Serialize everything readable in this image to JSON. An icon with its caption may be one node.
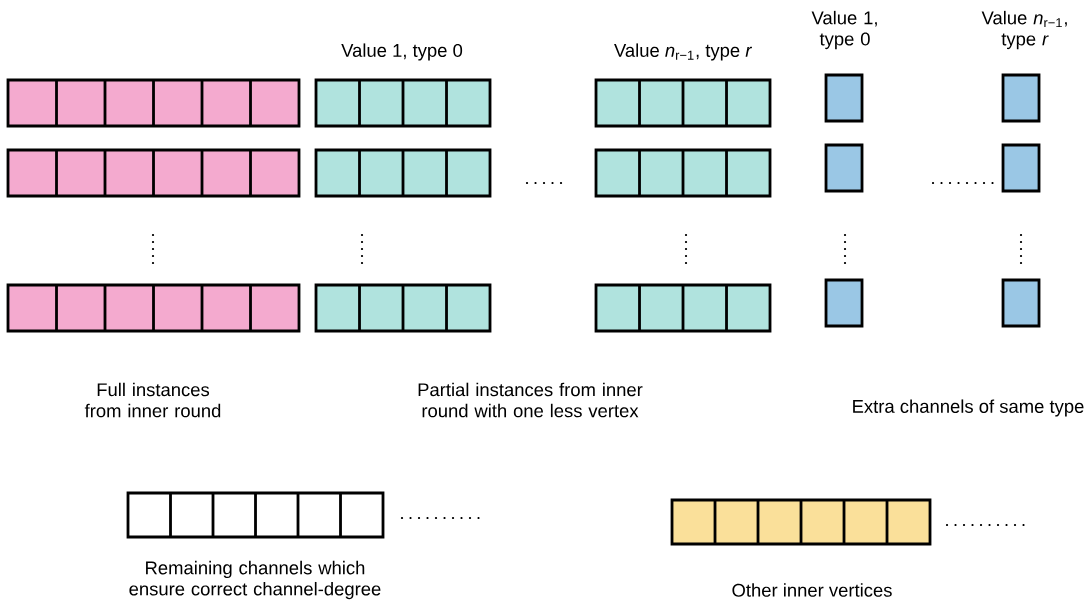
{
  "diagram": {
    "labels": [
      "Value 1, type 0",
      "Value *n*$_{r−1}$, type *r*",
      "Value 1, type 0",
      "Value *n*$_{r−1}$, type *r*",
      "Full instances from inner round",
      "Partial instances from inner round with one less vertex",
      "Extra channels of same type",
      "Remaining channels which ensure correct channel-degree",
      "Other inner vertices"
    ]
  }
}
